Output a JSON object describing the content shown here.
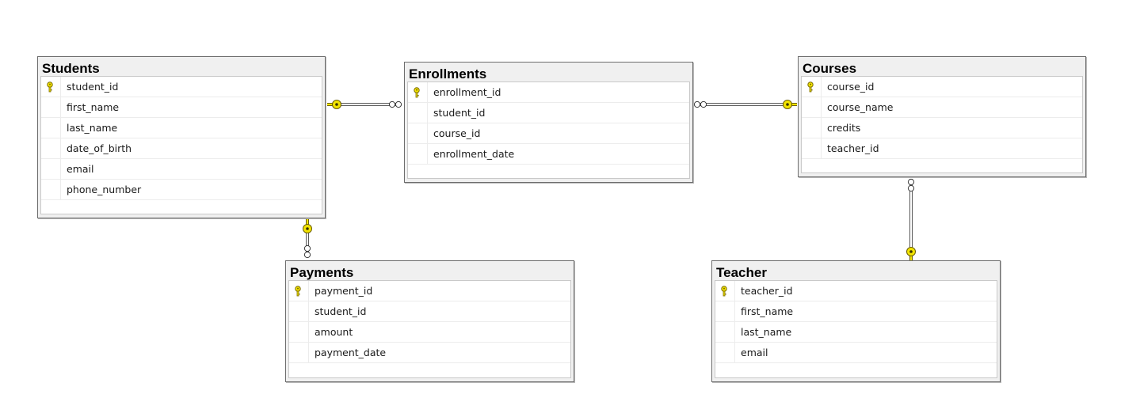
{
  "diagram": {
    "tables": [
      {
        "id": "students",
        "name": "Students",
        "columns": [
          {
            "name": "student_id",
            "pk": true
          },
          {
            "name": "first_name",
            "pk": false
          },
          {
            "name": "last_name",
            "pk": false
          },
          {
            "name": "date_of_birth",
            "pk": false
          },
          {
            "name": "email",
            "pk": false
          },
          {
            "name": "phone_number",
            "pk": false
          }
        ]
      },
      {
        "id": "enrollments",
        "name": "Enrollments",
        "columns": [
          {
            "name": "enrollment_id",
            "pk": true
          },
          {
            "name": "student_id",
            "pk": false
          },
          {
            "name": "course_id",
            "pk": false
          },
          {
            "name": "enrollment_date",
            "pk": false
          }
        ]
      },
      {
        "id": "courses",
        "name": "Courses",
        "columns": [
          {
            "name": "course_id",
            "pk": true
          },
          {
            "name": "course_name",
            "pk": false
          },
          {
            "name": "credits",
            "pk": false
          },
          {
            "name": "teacher_id",
            "pk": false
          }
        ]
      },
      {
        "id": "payments",
        "name": "Payments",
        "columns": [
          {
            "name": "payment_id",
            "pk": true
          },
          {
            "name": "student_id",
            "pk": false
          },
          {
            "name": "amount",
            "pk": false
          },
          {
            "name": "payment_date",
            "pk": false
          }
        ]
      },
      {
        "id": "teacher",
        "name": "Teacher",
        "columns": [
          {
            "name": "teacher_id",
            "pk": true
          },
          {
            "name": "first_name",
            "pk": false
          },
          {
            "name": "last_name",
            "pk": false
          },
          {
            "name": "email",
            "pk": false
          }
        ]
      }
    ],
    "relationships": [
      {
        "one": "students",
        "many": "enrollments"
      },
      {
        "one": "courses",
        "many": "enrollments"
      },
      {
        "one": "students",
        "many": "payments"
      },
      {
        "one": "teacher",
        "many": "courses"
      }
    ],
    "colors": {
      "key": "#f2e400",
      "line": "#5a5a5a",
      "border": "#6d6d6d"
    },
    "icons": {
      "primary_key": "key-icon",
      "one_end": "key-icon",
      "many_end": "infinity-icon"
    }
  }
}
